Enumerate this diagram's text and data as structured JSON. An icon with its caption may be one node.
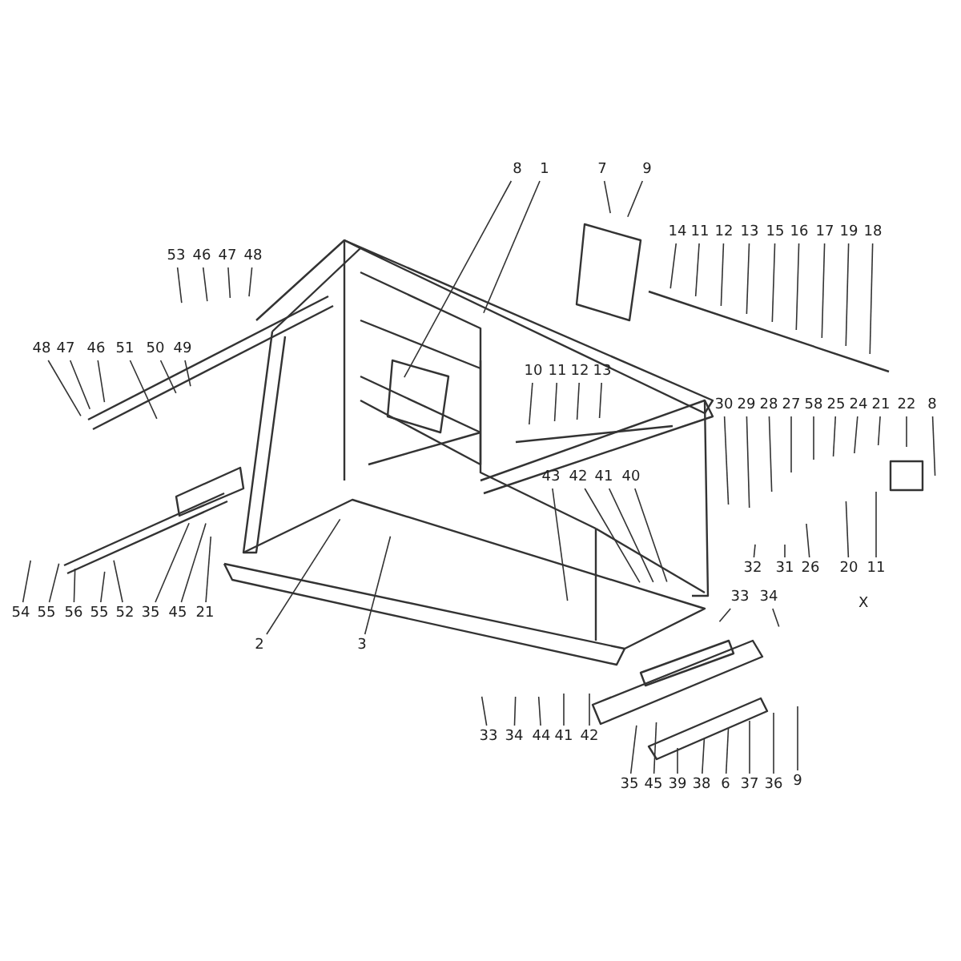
{
  "diagram": {
    "nodes": [
      {
        "text": [
          "8"
        ]
      },
      {
        "text": [
          "1"
        ]
      },
      {
        "text": [
          "7"
        ]
      },
      {
        "text": [
          "9"
        ]
      },
      {
        "text": [
          "14"
        ]
      },
      {
        "text": [
          "11"
        ]
      },
      {
        "text": [
          "12"
        ]
      },
      {
        "text": [
          "13"
        ]
      },
      {
        "text": [
          "15"
        ]
      },
      {
        "text": [
          "16"
        ]
      },
      {
        "text": [
          "17"
        ]
      },
      {
        "text": [
          "19"
        ]
      },
      {
        "text": [
          "18"
        ]
      },
      {
        "text": [
          "53"
        ]
      },
      {
        "text": [
          "46"
        ]
      },
      {
        "text": [
          "47"
        ]
      },
      {
        "text": [
          "48"
        ]
      },
      {
        "text": [
          "48"
        ]
      },
      {
        "text": [
          "47"
        ]
      },
      {
        "text": [
          "46"
        ]
      },
      {
        "text": [
          "51"
        ]
      },
      {
        "text": [
          "50"
        ]
      },
      {
        "text": [
          "49"
        ]
      },
      {
        "text": [
          "10"
        ]
      },
      {
        "text": [
          "11"
        ]
      },
      {
        "text": [
          "12"
        ]
      },
      {
        "text": [
          "13"
        ]
      },
      {
        "text": [
          "30"
        ]
      },
      {
        "text": [
          "29"
        ]
      },
      {
        "text": [
          "28"
        ]
      },
      {
        "text": [
          "27"
        ]
      },
      {
        "text": [
          "58"
        ]
      },
      {
        "text": [
          "25"
        ]
      },
      {
        "text": [
          "24"
        ]
      },
      {
        "text": [
          "21"
        ]
      },
      {
        "text": [
          "22"
        ]
      },
      {
        "text": [
          "8"
        ]
      },
      {
        "text": [
          "43"
        ]
      },
      {
        "text": [
          "42"
        ]
      },
      {
        "text": [
          "41"
        ]
      },
      {
        "text": [
          "40"
        ]
      },
      {
        "text": [
          "32"
        ]
      },
      {
        "text": [
          "31"
        ]
      },
      {
        "text": [
          "26"
        ]
      },
      {
        "text": [
          "20"
        ]
      },
      {
        "text": [
          "11"
        ]
      },
      {
        "text": [
          "33"
        ]
      },
      {
        "text": [
          "34"
        ]
      },
      {
        "text": [
          "54"
        ]
      },
      {
        "text": [
          "55"
        ]
      },
      {
        "text": [
          "56"
        ]
      },
      {
        "text": [
          "55"
        ]
      },
      {
        "text": [
          "52"
        ]
      },
      {
        "text": [
          "35"
        ]
      },
      {
        "text": [
          "45"
        ]
      },
      {
        "text": [
          "21"
        ]
      },
      {
        "text": [
          "2"
        ]
      },
      {
        "text": [
          "3"
        ]
      },
      {
        "text": [
          "33"
        ]
      },
      {
        "text": [
          "34"
        ]
      },
      {
        "text": [
          "44"
        ]
      },
      {
        "text": [
          "41"
        ]
      },
      {
        "text": [
          "42"
        ]
      },
      {
        "text": [
          "35"
        ]
      },
      {
        "text": [
          "45"
        ]
      },
      {
        "text": [
          "39"
        ]
      },
      {
        "text": [
          "38"
        ]
      },
      {
        "text": [
          "6"
        ]
      },
      {
        "text": [
          "37"
        ]
      },
      {
        "text": [
          "36"
        ]
      },
      {
        "text": [
          "9"
        ]
      }
    ],
    "edges": [
      {
        "from": 0,
        "to": null,
        "arrow": "none"
      },
      {
        "from": 1,
        "to": null,
        "arrow": "none"
      },
      {
        "from": 2,
        "to": null,
        "arrow": "none"
      },
      {
        "from": 3,
        "to": null,
        "arrow": "none"
      },
      {
        "from": 4,
        "to": null,
        "arrow": "none"
      },
      {
        "from": 5,
        "to": null,
        "arrow": "none"
      },
      {
        "from": 6,
        "to": null,
        "arrow": "none"
      },
      {
        "from": 7,
        "to": null,
        "arrow": "none"
      },
      {
        "from": 8,
        "to": null,
        "arrow": "none"
      },
      {
        "from": 9,
        "to": null,
        "arrow": "none"
      },
      {
        "from": 10,
        "to": null,
        "arrow": "none"
      },
      {
        "from": 11,
        "to": null,
        "arrow": "none"
      },
      {
        "from": 12,
        "to": null,
        "arrow": "none"
      },
      {
        "from": 13,
        "to": null,
        "arrow": "none"
      },
      {
        "from": 14,
        "to": null,
        "arrow": "none"
      },
      {
        "from": 15,
        "to": null,
        "arrow": "none"
      },
      {
        "from": 16,
        "to": null,
        "arrow": "none"
      },
      {
        "from": 17,
        "to": null,
        "arrow": "none"
      },
      {
        "from": 18,
        "to": null,
        "arrow": "none"
      },
      {
        "from": 19,
        "to": null,
        "arrow": "none"
      },
      {
        "from": 20,
        "to": null,
        "arrow": "none"
      },
      {
        "from": 21,
        "to": null,
        "arrow": "none"
      },
      {
        "from": 22,
        "to": null,
        "arrow": "none"
      },
      {
        "from": 23,
        "to": null,
        "arrow": "none"
      },
      {
        "from": 24,
        "to": null,
        "arrow": "none"
      },
      {
        "from": 25,
        "to": null,
        "arrow": "none"
      },
      {
        "from": 26,
        "to": null,
        "arrow": "none"
      },
      {
        "from": 27,
        "to": null,
        "arrow": "none"
      },
      {
        "from": 28,
        "to": null,
        "arrow": "none"
      },
      {
        "from": 29,
        "to": null,
        "arrow": "none"
      },
      {
        "from": 30,
        "to": null,
        "arrow": "none"
      },
      {
        "from": 31,
        "to": null,
        "arrow": "none"
      },
      {
        "from": 32,
        "to": null,
        "arrow": "none"
      },
      {
        "from": 33,
        "to": null,
        "arrow": "none"
      },
      {
        "from": 34,
        "to": null,
        "arrow": "none"
      },
      {
        "from": 35,
        "to": null,
        "arrow": "none"
      },
      {
        "from": 36,
        "to": null,
        "arrow": "none"
      },
      {
        "from": 37,
        "to": null,
        "arrow": "none"
      },
      {
        "from": 38,
        "to": null,
        "arrow": "none"
      },
      {
        "from": 39,
        "to": null,
        "arrow": "none"
      },
      {
        "from": 40,
        "to": null,
        "arrow": "none"
      },
      {
        "from": 41,
        "to": null,
        "arrow": "none"
      },
      {
        "from": 42,
        "to": null,
        "arrow": "none"
      },
      {
        "from": 43,
        "to": null,
        "arrow": "none"
      },
      {
        "from": 44,
        "to": null,
        "arrow": "none"
      },
      {
        "from": 45,
        "to": null,
        "arrow": "none"
      },
      {
        "from": 46,
        "to": null,
        "arrow": "none"
      },
      {
        "from": 47,
        "to": null,
        "arrow": "none"
      },
      {
        "from": 48,
        "to": null,
        "arrow": "none"
      },
      {
        "from": 49,
        "to": null,
        "arrow": "none"
      },
      {
        "from": 50,
        "to": null,
        "arrow": "none"
      },
      {
        "from": 51,
        "to": null,
        "arrow": "none"
      },
      {
        "from": 52,
        "to": null,
        "arrow": "none"
      },
      {
        "from": 53,
        "to": null,
        "arrow": "none"
      },
      {
        "from": 54,
        "to": null,
        "arrow": "none"
      },
      {
        "from": 55,
        "to": null,
        "arrow": "none"
      },
      {
        "from": 56,
        "to": null,
        "arrow": "none"
      },
      {
        "from": 57,
        "to": null,
        "arrow": "none"
      },
      {
        "from": 58,
        "to": null,
        "arrow": "none"
      },
      {
        "from": 59,
        "to": null,
        "arrow": "none"
      },
      {
        "from": 60,
        "to": null,
        "arrow": "none"
      },
      {
        "from": 61,
        "to": null,
        "arrow": "none"
      },
      {
        "from": 62,
        "to": null,
        "arrow": "none"
      },
      {
        "from": 63,
        "to": null,
        "arrow": "none"
      },
      {
        "from": 64,
        "to": null,
        "arrow": "none"
      },
      {
        "from": 65,
        "to": null,
        "arrow": "none"
      },
      {
        "from": 66,
        "to": null,
        "arrow": "none"
      },
      {
        "from": 67,
        "to": null,
        "arrow": "none"
      },
      {
        "from": 68,
        "to": null,
        "arrow": "none"
      },
      {
        "from": 69,
        "to": null,
        "arrow": "none"
      },
      {
        "from": 70,
        "to": null,
        "arrow": "none"
      }
    ],
    "labels": [
      "X"
    ]
  }
}
